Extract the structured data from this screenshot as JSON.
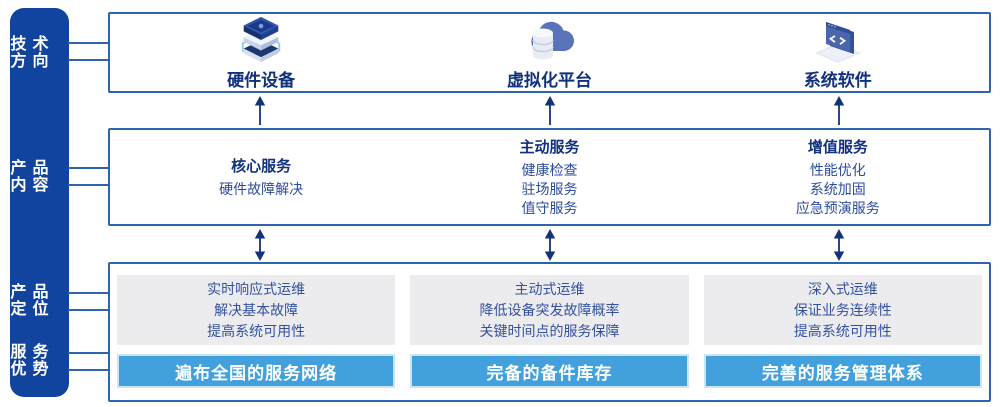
{
  "colors": {
    "sidebar_bg": "#11449E",
    "box_border": "#2E64AD",
    "heading_text": "#12317D",
    "body_text": "#2C4B9E",
    "gray_panel_bg": "#ECECEE",
    "bar_bg": "#42A0DC",
    "bar_border": "#CBE5F7",
    "bar_text": "#FFFFFF",
    "arrow": "#13327E"
  },
  "sidebar": {
    "items": [
      {
        "line1": "技术",
        "line2": "方向"
      },
      {
        "line1": "产品",
        "line2": "内容"
      },
      {
        "line1": "产品",
        "line2": "定位"
      },
      {
        "line1": "服务",
        "line2": "优势"
      }
    ]
  },
  "tech_row": {
    "items": [
      {
        "label": "硬件设备",
        "icon": "server-stack-icon"
      },
      {
        "label": "虚拟化平台",
        "icon": "cloud-database-icon"
      },
      {
        "label": "系统软件",
        "icon": "code-window-icon"
      }
    ]
  },
  "services_row": {
    "columns": [
      {
        "title": "核心服务",
        "items": [
          "硬件故障解决"
        ]
      },
      {
        "title": "主动服务",
        "items": [
          "健康检查",
          "驻场服务",
          "值守服务"
        ]
      },
      {
        "title": "增值服务",
        "items": [
          "性能优化",
          "系统加固",
          "应急预演服务"
        ]
      }
    ]
  },
  "positioning_row": {
    "columns": [
      {
        "lines": [
          "实时响应式运维",
          "解决基本故障",
          "提高系统可用性"
        ],
        "bar": "遍布全国的服务网络"
      },
      {
        "lines": [
          "主动式运维",
          "降低设备突发故障概率",
          "关键时间点的服务保障"
        ],
        "bar": "完备的备件库存"
      },
      {
        "lines": [
          "深入式运维",
          "保证业务连续性",
          "提高系统可用性"
        ],
        "bar": "完善的服务管理体系"
      }
    ]
  }
}
